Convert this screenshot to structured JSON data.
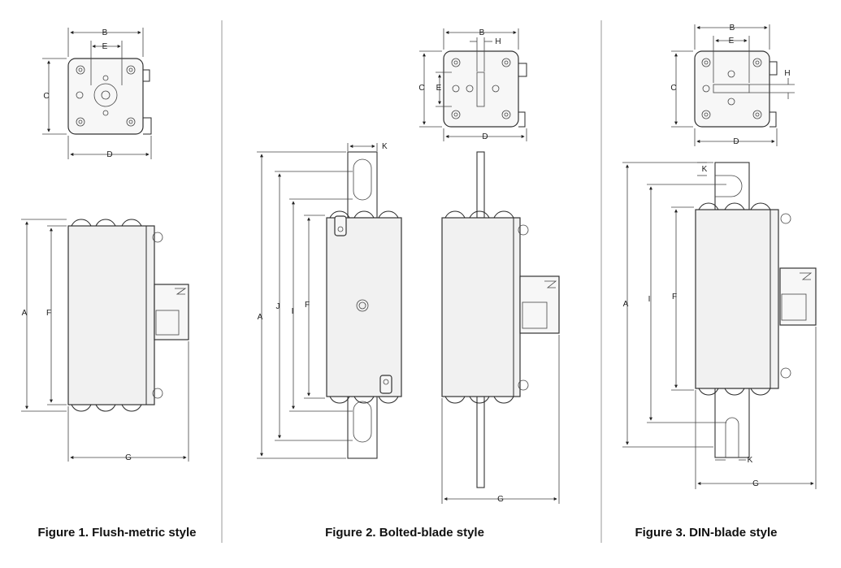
{
  "figures": [
    {
      "caption": "Figure 1. Flush-metric style",
      "dims": {
        "A": "A",
        "B": "B",
        "C": "C",
        "D": "D",
        "E": "E",
        "F": "F",
        "G": "G"
      }
    },
    {
      "caption": "Figure 2. Bolted-blade style",
      "dims": {
        "A": "A",
        "B": "B",
        "C": "C",
        "D": "D",
        "E": "E",
        "F": "F",
        "G": "G",
        "H": "H",
        "I": "I",
        "J": "J",
        "K": "K"
      }
    },
    {
      "caption": "Figure 3. DIN-blade style",
      "dims": {
        "A": "A",
        "B": "B",
        "C": "C",
        "D": "D",
        "E": "E",
        "F": "F",
        "G": "G",
        "H": "H",
        "I": "I",
        "K": "K"
      }
    }
  ]
}
